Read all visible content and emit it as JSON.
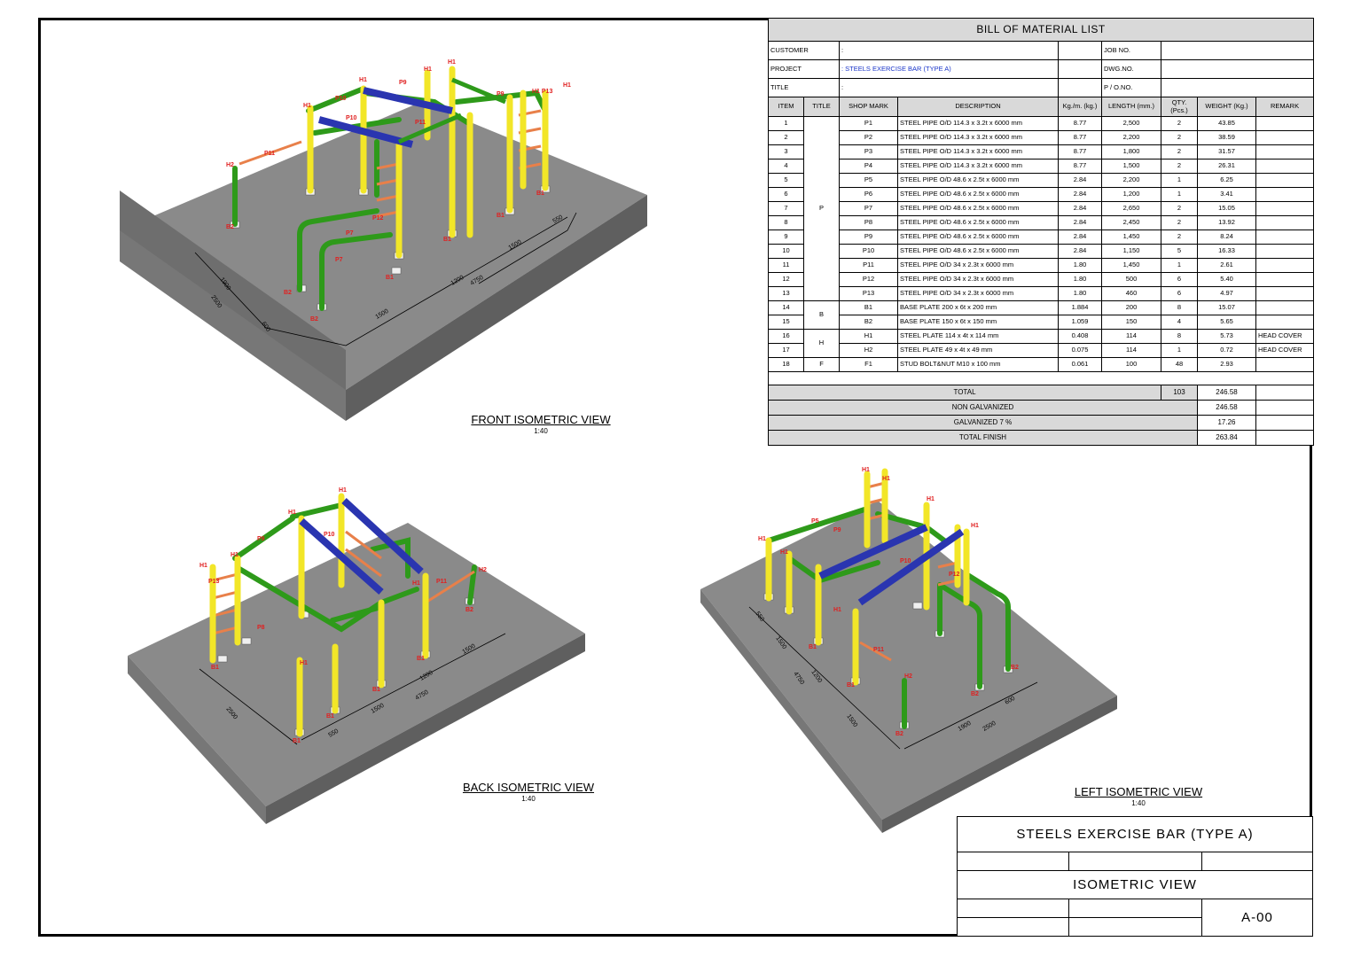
{
  "bom": {
    "title": "BILL OF MATERIAL  LIST",
    "customer_label": "CUSTOMER",
    "customer_value": ":",
    "job_label": "JOB NO.",
    "project_label": "PROJECT",
    "project_value": ":   STEELS EXERCISE BAR (TYPE A)",
    "dwg_label": "DWG.NO.",
    "title_label": "TITLE",
    "title_value": ":",
    "po_label": "P / O.NO.",
    "headers": {
      "item": "ITEM",
      "title": "TITLE",
      "shop": "SHOP MARK",
      "desc": "DESCRIPTION",
      "kgm": "Kg./m. (kg.)",
      "length": "LENGTH (mm.)",
      "qty": "QTY. (Pcs.)",
      "weight": "WEIGHT (Kg.)",
      "remark": "REMARK"
    },
    "groups": [
      {
        "title": "P",
        "rows": [
          {
            "item": "1",
            "mark": "P1",
            "desc": "STEEL PIPE O/D 114.3 x 3.2t x 6000 mm",
            "kgm": "8.77",
            "length": "2,500",
            "qty": "2",
            "weight": "43.85",
            "remark": ""
          },
          {
            "item": "2",
            "mark": "P2",
            "desc": "STEEL PIPE O/D 114.3 x 3.2t x 6000 mm",
            "kgm": "8.77",
            "length": "2,200",
            "qty": "2",
            "weight": "38.59",
            "remark": ""
          },
          {
            "item": "3",
            "mark": "P3",
            "desc": "STEEL PIPE O/D 114.3 x 3.2t x 6000 mm",
            "kgm": "8.77",
            "length": "1,800",
            "qty": "2",
            "weight": "31.57",
            "remark": ""
          },
          {
            "item": "4",
            "mark": "P4",
            "desc": "STEEL PIPE O/D 114.3 x 3.2t x 6000 mm",
            "kgm": "8.77",
            "length": "1,500",
            "qty": "2",
            "weight": "26.31",
            "remark": ""
          },
          {
            "item": "5",
            "mark": "P5",
            "desc": "STEEL PIPE O/D 48.6 x 2.5t x 6000 mm",
            "kgm": "2.84",
            "length": "2,200",
            "qty": "1",
            "weight": "6.25",
            "remark": ""
          },
          {
            "item": "6",
            "mark": "P6",
            "desc": "STEEL PIPE O/D 48.6 x 2.5t x 6000 mm",
            "kgm": "2.84",
            "length": "1,200",
            "qty": "1",
            "weight": "3.41",
            "remark": ""
          },
          {
            "item": "7",
            "mark": "P7",
            "desc": "STEEL PIPE O/D 48.6 x 2.5t x 6000 mm",
            "kgm": "2.84",
            "length": "2,650",
            "qty": "2",
            "weight": "15.05",
            "remark": ""
          },
          {
            "item": "8",
            "mark": "P8",
            "desc": "STEEL PIPE O/D 48.6 x 2.5t x 6000 mm",
            "kgm": "2.84",
            "length": "2,450",
            "qty": "2",
            "weight": "13.92",
            "remark": ""
          },
          {
            "item": "9",
            "mark": "P9",
            "desc": "STEEL PIPE O/D 48.6 x 2.5t x 6000 mm",
            "kgm": "2.84",
            "length": "1,450",
            "qty": "2",
            "weight": "8.24",
            "remark": ""
          },
          {
            "item": "10",
            "mark": "P10",
            "desc": "STEEL PIPE O/D 48.6 x 2.5t x 6000 mm",
            "kgm": "2.84",
            "length": "1,150",
            "qty": "5",
            "weight": "16.33",
            "remark": ""
          },
          {
            "item": "11",
            "mark": "P11",
            "desc": "STEEL PIPE O/D 34 x 2.3t x 6000 mm",
            "kgm": "1.80",
            "length": "1,450",
            "qty": "1",
            "weight": "2.61",
            "remark": ""
          },
          {
            "item": "12",
            "mark": "P12",
            "desc": "STEEL PIPE O/D 34 x 2.3t x 6000 mm",
            "kgm": "1.80",
            "length": "500",
            "qty": "6",
            "weight": "5.40",
            "remark": ""
          },
          {
            "item": "13",
            "mark": "P13",
            "desc": "STEEL PIPE O/D 34 x 2.3t x 6000 mm",
            "kgm": "1.80",
            "length": "460",
            "qty": "6",
            "weight": "4.97",
            "remark": ""
          }
        ]
      },
      {
        "title": "B",
        "rows": [
          {
            "item": "14",
            "mark": "B1",
            "desc": "BASE PLATE 200 x 6t x 200 mm",
            "kgm": "1.884",
            "length": "200",
            "qty": "8",
            "weight": "15.07",
            "remark": ""
          },
          {
            "item": "15",
            "mark": "B2",
            "desc": "BASE PLATE 150 x 6t x 150 mm",
            "kgm": "1.059",
            "length": "150",
            "qty": "4",
            "weight": "5.65",
            "remark": ""
          }
        ]
      },
      {
        "title": "H",
        "rows": [
          {
            "item": "16",
            "mark": "H1",
            "desc": "STEEL PLATE 114 x 4t x 114 mm",
            "kgm": "0.408",
            "length": "114",
            "qty": "8",
            "weight": "5.73",
            "remark": "HEAD COVER"
          },
          {
            "item": "17",
            "mark": "H2",
            "desc": "STEEL PLATE 49 x 4t x 49 mm",
            "kgm": "0.075",
            "length": "114",
            "qty": "1",
            "weight": "0.72",
            "remark": "HEAD COVER"
          }
        ]
      },
      {
        "title": "F",
        "rows": [
          {
            "item": "18",
            "mark": "F1",
            "desc": "STUD BOLT&NUT M10 x 100 mm",
            "kgm": "0.061",
            "length": "100",
            "qty": "48",
            "weight": "2.93",
            "remark": ""
          }
        ]
      }
    ],
    "total_label": "TOTAL",
    "total_qty": "103",
    "total_weight": "246.58",
    "non_galv_label": "NON GALVANIZED",
    "non_galv_weight": "246.58",
    "galv_label": "GALVANIZED 7 %",
    "galv_weight": "17.26",
    "finish_label": "TOTAL FINISH",
    "finish_weight": "263.84"
  },
  "views": {
    "front": {
      "name": "FRONT ISOMETRIC VIEW",
      "scale": "1:40"
    },
    "back": {
      "name": "BACK ISOMETRIC VIEW",
      "scale": "1:40"
    },
    "left": {
      "name": "LEFT ISOMETRIC VIEW",
      "scale": "1:40"
    }
  },
  "dims": {
    "front": [
      "1900",
      "2500",
      "600",
      "1500",
      "1200",
      "4750",
      "1500",
      "550"
    ],
    "back": [
      "2500",
      "550",
      "1500",
      "4750",
      "1200",
      "1500"
    ],
    "left": [
      "550",
      "1500",
      "4750",
      "1200",
      "1500",
      "1900",
      "2500",
      "600"
    ]
  },
  "colors": {
    "post": "#f2e628",
    "rail": "#2e9a1a",
    "beam": "#2a35b0",
    "rung": "#e8804a",
    "slab": "#8a8a8a",
    "label": "#e02020"
  },
  "titleblock": {
    "project_name": "STEELS EXERCISE BAR (TYPE A)",
    "drawing_title": "ISOMETRIC VIEW",
    "sheet_no": "A-00"
  }
}
